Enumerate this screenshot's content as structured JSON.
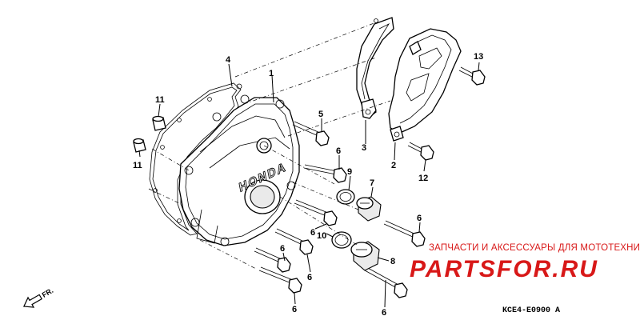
{
  "callouts": [
    {
      "id": "c4",
      "text": "4"
    },
    {
      "id": "c1",
      "text": "1"
    },
    {
      "id": "c11a",
      "text": "11"
    },
    {
      "id": "c11b",
      "text": "11"
    },
    {
      "id": "c5",
      "text": "5"
    },
    {
      "id": "c3",
      "text": "3"
    },
    {
      "id": "c2",
      "text": "2"
    },
    {
      "id": "c13",
      "text": "13"
    },
    {
      "id": "c12",
      "text": "12"
    },
    {
      "id": "c6a",
      "text": "6"
    },
    {
      "id": "c9",
      "text": "9"
    },
    {
      "id": "c7",
      "text": "7"
    },
    {
      "id": "c6b",
      "text": "6"
    },
    {
      "id": "c6c",
      "text": "6"
    },
    {
      "id": "c10",
      "text": "10"
    },
    {
      "id": "c8",
      "text": "8"
    },
    {
      "id": "c6d",
      "text": "6"
    },
    {
      "id": "c6e",
      "text": "6"
    },
    {
      "id": "c6f",
      "text": "6"
    },
    {
      "id": "c6g",
      "text": "6"
    }
  ],
  "cover_brand": "HONDA",
  "watermark": {
    "tagline": "ЗАПЧАСТИ И АКСЕССУАРЫ ДЛЯ МОТОТЕХНИКИ",
    "logo": "PARTSFOR.RU",
    "color": "#d81818"
  },
  "part_code": "KCE4-E0900 A",
  "front_arrow": "FR.",
  "icons": [
    "front-direction-arrow-icon"
  ]
}
